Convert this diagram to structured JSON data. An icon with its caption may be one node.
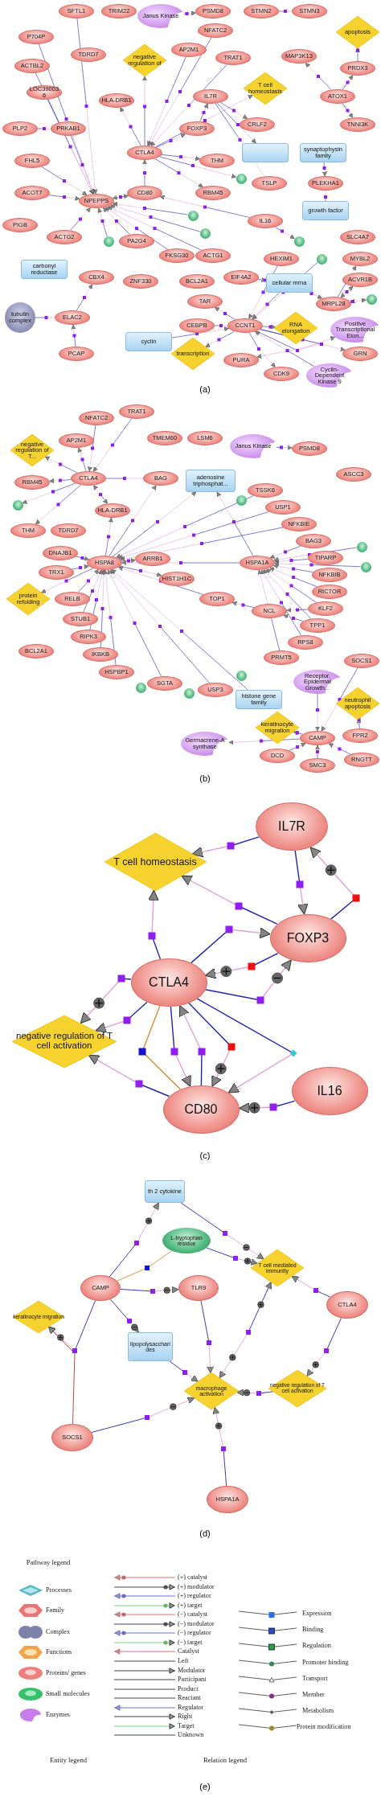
{
  "diagram": {
    "nodes": [
      {
        "text": [
          "Janus Kinase"
        ]
      },
      {
        "text": [
          "PSMD8"
        ]
      },
      {
        "text": [
          "STMN2"
        ]
      },
      {
        "text": [
          "STMN3"
        ]
      },
      {
        "text": [
          "SFTL1"
        ]
      },
      {
        "text": [
          "TRIM22"
        ]
      },
      {
        "text": [
          "P704P"
        ]
      },
      {
        "text": [
          "apoptosis"
        ]
      },
      {
        "text": [
          "PRDX3"
        ]
      },
      {
        "text": [
          "MAP3K13"
        ]
      },
      {
        "text": [
          "negative regulation of"
        ]
      },
      {
        "text": [
          "HLA-DRB1"
        ]
      },
      {
        "text": [
          "AP2M1"
        ]
      },
      {
        "text": [
          "NFATC2"
        ]
      },
      {
        "text": [
          "TRAT1"
        ]
      },
      {
        "text": [
          "T cell homeostasis"
        ]
      },
      {
        "text": [
          "CRLF2"
        ]
      },
      {
        "text": [],
        "shape": "box"
      },
      {
        "text": [
          "synaptophysin family"
        ]
      },
      {
        "text": [
          "ATOX1"
        ]
      },
      {
        "text": [
          "TNNI3K"
        ]
      },
      {
        "text": [
          "ACTBL2"
        ]
      },
      {
        "text": [
          "TDRD7"
        ]
      },
      {
        "text": [
          "LOC390036"
        ]
      },
      {
        "text": [
          "IL7R"
        ]
      },
      {
        "text": [
          "TSLP"
        ]
      },
      {
        "text": [
          "FOXP3"
        ]
      },
      {
        "text": [
          "PLEKHA1"
        ]
      },
      {
        "text": [
          "CTLA4"
        ]
      },
      {
        "text": [
          "THM"
        ]
      },
      {
        "text": [],
        "shape": "circle"
      },
      {
        "text": [
          "RBM45"
        ]
      },
      {
        "text": [
          "growth factor"
        ]
      },
      {
        "text": [
          "PLP2"
        ]
      },
      {
        "text": [
          "PRKAB1"
        ]
      },
      {
        "text": [
          "FHL5"
        ]
      },
      {
        "text": [
          "CD80"
        ]
      },
      {
        "text": [
          "NPEPPS"
        ]
      },
      {
        "text": [
          "SLC4A7"
        ]
      },
      {
        "text": [
          "ACOT7"
        ]
      },
      {
        "text": [
          "IL16"
        ]
      },
      {
        "text": [],
        "shape": "circle"
      },
      {
        "text": [
          "PIGB"
        ]
      },
      {
        "text": [
          "ACTG2"
        ]
      },
      {
        "text": [],
        "shape": "circle"
      },
      {
        "text": [],
        "shape": "circle"
      },
      {
        "text": [
          "PA2G4"
        ]
      },
      {
        "text": [
          "FKSG30"
        ]
      },
      {
        "text": [
          "ACTG1"
        ]
      },
      {
        "text": [],
        "shape": "circle"
      },
      {
        "text": [
          "carbonyl reductase"
        ]
      },
      {
        "text": [
          "CBX4"
        ]
      },
      {
        "text": [
          "ZNF330"
        ]
      },
      {
        "text": [
          "BCL2A1"
        ]
      },
      {
        "text": [
          "EIF4A2"
        ]
      },
      {
        "text": [
          "HEXIM1"
        ]
      },
      {
        "text": [],
        "shape": "circle"
      },
      {
        "text": [
          "MYBL2"
        ]
      },
      {
        "text": [
          "cellular mrna"
        ]
      },
      {
        "text": [
          "tubulin complex"
        ]
      },
      {
        "text": [
          "ELAC2"
        ]
      },
      {
        "text": [
          "ACVR1B"
        ]
      },
      {
        "text": [
          "TAR"
        ]
      },
      {
        "text": [
          "PCAP"
        ]
      },
      {
        "text": [
          "MRPL28"
        ]
      },
      {
        "text": [],
        "shape": "circle"
      },
      {
        "text": [
          "RNA elongation"
        ]
      },
      {
        "text": [
          "CEBPB"
        ]
      },
      {
        "text": [
          "CCNT1"
        ]
      },
      {
        "text": [
          "Positive Transcriptional Elon..."
        ]
      },
      {
        "text": [
          "cyclin"
        ]
      },
      {
        "text": [
          "GRN"
        ]
      },
      {
        "text": [
          "transcription"
        ]
      },
      {
        "text": [
          "PURA"
        ]
      },
      {
        "text": [
          "Cyclin-Dependent Kinase 9"
        ]
      },
      {
        "text": [
          "CDK9"
        ]
      },
      {
        "text": [
          "TRAT1"
        ]
      },
      {
        "text": [
          "NFATC2"
        ]
      },
      {
        "text": [
          "AP2M1"
        ]
      },
      {
        "text": [
          "negative regulation of T..."
        ]
      },
      {
        "text": [
          "TMEM60"
        ]
      },
      {
        "text": [
          "LSM6"
        ]
      },
      {
        "text": [
          "Janus Kinase"
        ]
      },
      {
        "text": [
          "PSMD8"
        ]
      },
      {
        "text": [
          "RBM45"
        ]
      },
      {
        "text": [
          "CTLA4"
        ]
      },
      {
        "text": [
          "ASCC3"
        ]
      },
      {
        "text": [],
        "shape": "circle"
      },
      {
        "text": [
          "BAG"
        ]
      },
      {
        "text": [
          "adenosine triphosphat..."
        ]
      },
      {
        "text": [],
        "shape": "circle"
      },
      {
        "text": [
          "HLA-DRB1"
        ]
      },
      {
        "text": [
          "THM"
        ]
      },
      {
        "text": [
          "TDRD7"
        ]
      },
      {
        "text": [
          "TSSK6"
        ]
      },
      {
        "text": [
          "USP1"
        ]
      },
      {
        "text": [
          "NFKBIE"
        ]
      },
      {
        "text": [
          "BAG3"
        ]
      },
      {
        "text": [
          "TIPARP"
        ]
      },
      {
        "text": [
          "DNAJB1"
        ]
      },
      {
        "text": [
          "HSPA8"
        ]
      },
      {
        "text": [
          "ARRB1"
        ]
      },
      {
        "text": [
          "HSPA1A"
        ]
      },
      {
        "text": [],
        "shape": "circle"
      },
      {
        "text": [],
        "shape": "circle"
      },
      {
        "text": [
          "TRX1"
        ]
      },
      {
        "text": [
          "HIST1H1C"
        ]
      },
      {
        "text": [
          "protein refolding"
        ]
      },
      {
        "text": [
          "NFKBIB"
        ]
      },
      {
        "text": [
          "TOP1"
        ]
      },
      {
        "text": [
          "RELB"
        ]
      },
      {
        "text": [
          "RICTOR"
        ]
      },
      {
        "text": [
          "NCL"
        ]
      },
      {
        "text": [
          "KLF2"
        ]
      },
      {
        "text": [
          "STUB1"
        ]
      },
      {
        "text": [
          "RIPK3"
        ]
      },
      {
        "text": [
          "TPP1"
        ]
      },
      {
        "text": [
          "IKBKB"
        ]
      },
      {
        "text": [
          "RPS8"
        ]
      },
      {
        "text": [
          "PRMT5"
        ]
      },
      {
        "text": [
          "BCL2A1"
        ]
      },
      {
        "text": [
          "HSPBP1"
        ]
      },
      {
        "text": [],
        "shape": "circle"
      },
      {
        "text": [
          "SGTA"
        ]
      },
      {
        "text": [],
        "shape": "circle"
      },
      {
        "text": [
          "USP3"
        ]
      },
      {
        "text": [],
        "shape": "circle"
      },
      {
        "text": [
          "histone gene family"
        ]
      },
      {
        "text": [
          "Receptor, Epidermal Growth..."
        ]
      },
      {
        "text": [
          "SOCS1"
        ]
      },
      {
        "text": [
          "keratinocyte migration"
        ]
      },
      {
        "text": [
          "neutrophil apoptosis"
        ]
      },
      {
        "text": [
          "FPR2"
        ]
      },
      {
        "text": [
          "CAMP"
        ]
      },
      {
        "text": [
          "DCD"
        ]
      },
      {
        "text": [
          "RNGTT"
        ]
      },
      {
        "text": [
          "SMC3"
        ]
      },
      {
        "text": [
          "Germacrene-A synthase"
        ]
      },
      {
        "text": [
          "IL7R"
        ]
      },
      {
        "text": [
          "T cell homeostasis"
        ]
      },
      {
        "text": [
          "FOXP3"
        ]
      },
      {
        "text": [
          "CTLA4"
        ]
      },
      {
        "text": [
          "negative regulation of T cell activation"
        ]
      },
      {
        "text": [
          "CD80"
        ]
      },
      {
        "text": [
          "IL16"
        ]
      },
      {
        "text": [
          "th 2 cytokine"
        ]
      },
      {
        "text": [
          "L-tryptophan residue"
        ]
      },
      {
        "text": [
          "T cell mediated immunity"
        ]
      },
      {
        "text": [
          "CAMP"
        ]
      },
      {
        "text": [
          "TLR9"
        ]
      },
      {
        "text": [
          "CTLA4"
        ]
      },
      {
        "text": [
          "keratinocyte migration"
        ]
      },
      {
        "text": [
          "lipopolysaccharides"
        ]
      },
      {
        "text": [
          "macrophage activation"
        ]
      },
      {
        "text": [
          "negative regulation of T cell activation"
        ]
      },
      {
        "text": [
          "SOCS1"
        ]
      },
      {
        "text": [
          "HSPA1A"
        ]
      }
    ],
    "edges": [
      {
        "from": 4,
        "to": 37,
        "arrow": "to"
      },
      {
        "from": 6,
        "to": 37,
        "arrow": "to"
      },
      {
        "from": 21,
        "to": 37,
        "arrow": "to"
      },
      {
        "from": 23,
        "to": 37,
        "arrow": "to"
      },
      {
        "from": 34,
        "to": 37,
        "arrow": "to"
      },
      {
        "from": 35,
        "to": 37,
        "arrow": "to"
      },
      {
        "from": 39,
        "to": 37,
        "arrow": "to"
      },
      {
        "from": 43,
        "to": 37,
        "arrow": "to"
      },
      {
        "from": 44,
        "to": 37,
        "arrow": "to"
      },
      {
        "from": 46,
        "to": 37,
        "arrow": "to"
      },
      {
        "from": 47,
        "to": 37,
        "arrow": "to"
      },
      {
        "from": 48,
        "to": 37,
        "arrow": "to"
      },
      {
        "from": 49,
        "to": 37,
        "arrow": "to"
      },
      {
        "from": 45,
        "to": 37,
        "arrow": "to"
      },
      {
        "from": 36,
        "to": 37,
        "arrow": "both"
      },
      {
        "from": 33,
        "to": 34,
        "arrow": "none"
      },
      {
        "from": 28,
        "to": 11,
        "arrow": "to"
      },
      {
        "from": 28,
        "to": 10,
        "arrow": "to"
      },
      {
        "from": 12,
        "to": 28,
        "arrow": "to"
      },
      {
        "from": 13,
        "to": 28,
        "arrow": "to"
      },
      {
        "from": 14,
        "to": 28,
        "arrow": "to"
      },
      {
        "from": 28,
        "to": 15,
        "arrow": "to"
      },
      {
        "from": 28,
        "to": 26,
        "arrow": "to"
      },
      {
        "from": 26,
        "to": 24,
        "arrow": "to"
      },
      {
        "from": 24,
        "to": 16,
        "arrow": "to"
      },
      {
        "from": 24,
        "to": 17,
        "arrow": "to"
      },
      {
        "from": 24,
        "to": 25,
        "arrow": "none"
      },
      {
        "from": 28,
        "to": 29,
        "arrow": "to"
      },
      {
        "from": 28,
        "to": 30,
        "arrow": "to"
      },
      {
        "from": 28,
        "to": 31,
        "arrow": "to"
      },
      {
        "from": 36,
        "to": 28,
        "arrow": "to"
      },
      {
        "from": 0,
        "to": 1,
        "arrow": "to"
      },
      {
        "from": 2,
        "to": 3,
        "arrow": "none"
      },
      {
        "from": 19,
        "to": 9,
        "arrow": "to"
      },
      {
        "from": 19,
        "to": 8,
        "arrow": "to"
      },
      {
        "from": 8,
        "to": 7,
        "arrow": "to"
      },
      {
        "from": 19,
        "to": 20,
        "arrow": "to"
      },
      {
        "from": 18,
        "to": 27,
        "arrow": "to"
      },
      {
        "from": 32,
        "to": 27,
        "arrow": "none"
      },
      {
        "from": 40,
        "to": 36,
        "arrow": "to"
      },
      {
        "from": 40,
        "to": 41,
        "arrow": "to"
      },
      {
        "from": 60,
        "to": 51,
        "arrow": "to"
      },
      {
        "from": 59,
        "to": 60,
        "arrow": "none"
      },
      {
        "from": 63,
        "to": 60,
        "arrow": "to"
      },
      {
        "from": 54,
        "to": 58,
        "arrow": "to"
      },
      {
        "from": 58,
        "to": 64,
        "arrow": "to"
      },
      {
        "from": 55,
        "to": 68,
        "arrow": "to"
      },
      {
        "from": 56,
        "to": 68,
        "arrow": "to"
      },
      {
        "from": 64,
        "to": 57,
        "arrow": "to"
      },
      {
        "from": 61,
        "to": 64,
        "arrow": "both"
      },
      {
        "from": 64,
        "to": 65,
        "arrow": "both"
      },
      {
        "from": 68,
        "to": 62,
        "arrow": "to"
      },
      {
        "from": 67,
        "to": 68,
        "arrow": "none"
      },
      {
        "from": 68,
        "to": 66,
        "arrow": "to"
      },
      {
        "from": 68,
        "to": 69,
        "arrow": "to"
      },
      {
        "from": 68,
        "to": 71,
        "arrow": "to"
      },
      {
        "from": 70,
        "to": 68,
        "arrow": "to"
      },
      {
        "from": 68,
        "to": 73,
        "arrow": "to"
      },
      {
        "from": 68,
        "to": 75,
        "arrow": "to"
      },
      {
        "from": 74,
        "to": 68,
        "arrow": "to"
      },
      {
        "from": 58,
        "to": 68,
        "arrow": "to"
      },
      {
        "from": 68,
        "to": 72,
        "arrow": "to"
      },
      {
        "from": 85,
        "to": 79,
        "arrow": "to"
      },
      {
        "from": 85,
        "to": 84,
        "arrow": "to"
      },
      {
        "from": 85,
        "to": 87,
        "arrow": "to"
      },
      {
        "from": 85,
        "to": 92,
        "arrow": "to"
      },
      {
        "from": 77,
        "to": 85,
        "arrow": "to"
      },
      {
        "from": 76,
        "to": 85,
        "arrow": "to"
      },
      {
        "from": 85,
        "to": 78,
        "arrow": "to"
      },
      {
        "from": 91,
        "to": 85,
        "arrow": "both"
      },
      {
        "from": 85,
        "to": 88,
        "arrow": "none"
      },
      {
        "from": 100,
        "to": 91,
        "arrow": "to"
      },
      {
        "from": 82,
        "to": 83,
        "arrow": "to"
      },
      {
        "from": 99,
        "to": 100,
        "arrow": "to"
      },
      {
        "from": 105,
        "to": 100,
        "arrow": "to"
      },
      {
        "from": 100,
        "to": 107,
        "arrow": "to"
      },
      {
        "from": 110,
        "to": 100,
        "arrow": "to"
      },
      {
        "from": 114,
        "to": 100,
        "arrow": "to"
      },
      {
        "from": 115,
        "to": 100,
        "arrow": "to"
      },
      {
        "from": 117,
        "to": 100,
        "arrow": "to"
      },
      {
        "from": 121,
        "to": 100,
        "arrow": "to"
      },
      {
        "from": 123,
        "to": 100,
        "arrow": "to"
      },
      {
        "from": 125,
        "to": 100,
        "arrow": "to"
      },
      {
        "from": 100,
        "to": 88,
        "arrow": "to"
      },
      {
        "from": 100,
        "to": 89,
        "arrow": "to"
      },
      {
        "from": 94,
        "to": 100,
        "arrow": "to"
      },
      {
        "from": 95,
        "to": 100,
        "arrow": "to"
      },
      {
        "from": 96,
        "to": 100,
        "arrow": "to"
      },
      {
        "from": 100,
        "to": 101,
        "arrow": "to"
      },
      {
        "from": 100,
        "to": 106,
        "arrow": "to"
      },
      {
        "from": 109,
        "to": 100,
        "arrow": "to"
      },
      {
        "from": 127,
        "to": 100,
        "arrow": "to"
      },
      {
        "from": 102,
        "to": 100,
        "arrow": "to"
      },
      {
        "from": 97,
        "to": 102,
        "arrow": "to"
      },
      {
        "from": 98,
        "to": 102,
        "arrow": "to"
      },
      {
        "from": 103,
        "to": 102,
        "arrow": "to"
      },
      {
        "from": 104,
        "to": 102,
        "arrow": "to"
      },
      {
        "from": 108,
        "to": 102,
        "arrow": "to"
      },
      {
        "from": 111,
        "to": 102,
        "arrow": "to"
      },
      {
        "from": 113,
        "to": 102,
        "arrow": "to"
      },
      {
        "from": 116,
        "to": 102,
        "arrow": "to"
      },
      {
        "from": 118,
        "to": 102,
        "arrow": "to"
      },
      {
        "from": 119,
        "to": 102,
        "arrow": "to"
      },
      {
        "from": 102,
        "to": 89,
        "arrow": "to"
      },
      {
        "from": 113,
        "to": 112,
        "arrow": "to"
      },
      {
        "from": 116,
        "to": 112,
        "arrow": "to"
      },
      {
        "from": 112,
        "to": 109,
        "arrow": "to"
      },
      {
        "from": 128,
        "to": 133,
        "arrow": "to"
      },
      {
        "from": 129,
        "to": 133,
        "arrow": "to"
      },
      {
        "from": 133,
        "to": 130,
        "arrow": "to"
      },
      {
        "from": 132,
        "to": 131,
        "arrow": "to"
      },
      {
        "from": 134,
        "to": 133,
        "arrow": "to"
      },
      {
        "from": 135,
        "to": 133,
        "arrow": "to"
      },
      {
        "from": 136,
        "to": 133,
        "arrow": "to"
      },
      {
        "from": 133,
        "to": 137,
        "arrow": "to"
      },
      {
        "from": 138,
        "to": 139,
        "arrow": "to"
      },
      {
        "from": 138,
        "to": 140,
        "arrow": "to"
      },
      {
        "from": 140,
        "to": 138,
        "arrow": "to"
      },
      {
        "from": 140,
        "to": 139,
        "arrow": "to"
      },
      {
        "from": 141,
        "to": 139,
        "arrow": "to"
      },
      {
        "from": 141,
        "to": 140,
        "arrow": "to"
      },
      {
        "from": 140,
        "to": 141,
        "arrow": "to"
      },
      {
        "from": 141,
        "to": 140,
        "arrow": "to"
      },
      {
        "from": 141,
        "to": 142,
        "arrow": "to"
      },
      {
        "from": 141,
        "to": 142,
        "arrow": "to"
      },
      {
        "from": 141,
        "to": 143,
        "arrow": "none",
        "color": "#d09030"
      },
      {
        "from": 141,
        "to": 143,
        "arrow": "to"
      },
      {
        "from": 143,
        "to": 141,
        "arrow": "to"
      },
      {
        "from": 141,
        "to": 143,
        "arrow": "to"
      },
      {
        "from": 141,
        "to": 143,
        "arrow": "to"
      },
      {
        "from": 143,
        "to": 142,
        "arrow": "to"
      },
      {
        "from": 144,
        "to": 143,
        "arrow": "to"
      },
      {
        "from": 148,
        "to": 145,
        "arrow": "to"
      },
      {
        "from": 145,
        "to": 147,
        "arrow": "to"
      },
      {
        "from": 146,
        "to": 147,
        "arrow": "to"
      },
      {
        "from": 148,
        "to": 146,
        "arrow": "none",
        "color": "#d09030"
      },
      {
        "from": 148,
        "to": 149,
        "arrow": "to"
      },
      {
        "from": 148,
        "to": 152,
        "arrow": "to"
      },
      {
        "from": 148,
        "to": 151,
        "arrow": "to"
      },
      {
        "from": 155,
        "to": 151,
        "arrow": "to",
        "color": "#c03030"
      },
      {
        "from": 152,
        "to": 153,
        "arrow": "to"
      },
      {
        "from": 149,
        "to": 153,
        "arrow": "to"
      },
      {
        "from": 147,
        "to": 153,
        "arrow": "both"
      },
      {
        "from": 150,
        "to": 147,
        "arrow": "to"
      },
      {
        "from": 150,
        "to": 154,
        "arrow": "to"
      },
      {
        "from": 154,
        "to": 153,
        "arrow": "to"
      },
      {
        "from": 155,
        "to": 153,
        "arrow": "to"
      },
      {
        "from": 156,
        "to": 153,
        "arrow": "to"
      }
    ],
    "labels": [
      "(a)",
      "(b)",
      "(c)",
      "(d)",
      "Pathway legend",
      "Entity legend",
      "Relation legend",
      "(e)"
    ],
    "legend": [
      {
        "text": "Processes"
      },
      {
        "text": "Family"
      },
      {
        "text": "Complex"
      },
      {
        "text": "Functions"
      },
      {
        "text": "Proteins/ genes"
      },
      {
        "text": "Small molecules"
      },
      {
        "text": "Enzymes"
      },
      {
        "text": "(+) catalyst"
      },
      {
        "text": "(+) modulator"
      },
      {
        "text": "(+) regulator"
      },
      {
        "text": "(+) target"
      },
      {
        "text": "(−) catalyst"
      },
      {
        "text": "(−) modulator"
      },
      {
        "text": "(−) regulator"
      },
      {
        "text": "(−) target"
      },
      {
        "text": "Catalyst"
      },
      {
        "text": "Left"
      },
      {
        "text": "Modulator"
      },
      {
        "text": "Participant"
      },
      {
        "text": "Product"
      },
      {
        "text": "Reactant"
      },
      {
        "text": "Regulator"
      },
      {
        "text": "Right"
      },
      {
        "text": "Target"
      },
      {
        "text": "Unknown"
      },
      {
        "text": "Expression"
      },
      {
        "text": "Binding"
      },
      {
        "text": "Regulation"
      },
      {
        "text": "Promoter binding"
      },
      {
        "text": "Transport"
      },
      {
        "text": "Member"
      },
      {
        "text": "Metabolism"
      },
      {
        "text": "Protein modification"
      }
    ]
  }
}
